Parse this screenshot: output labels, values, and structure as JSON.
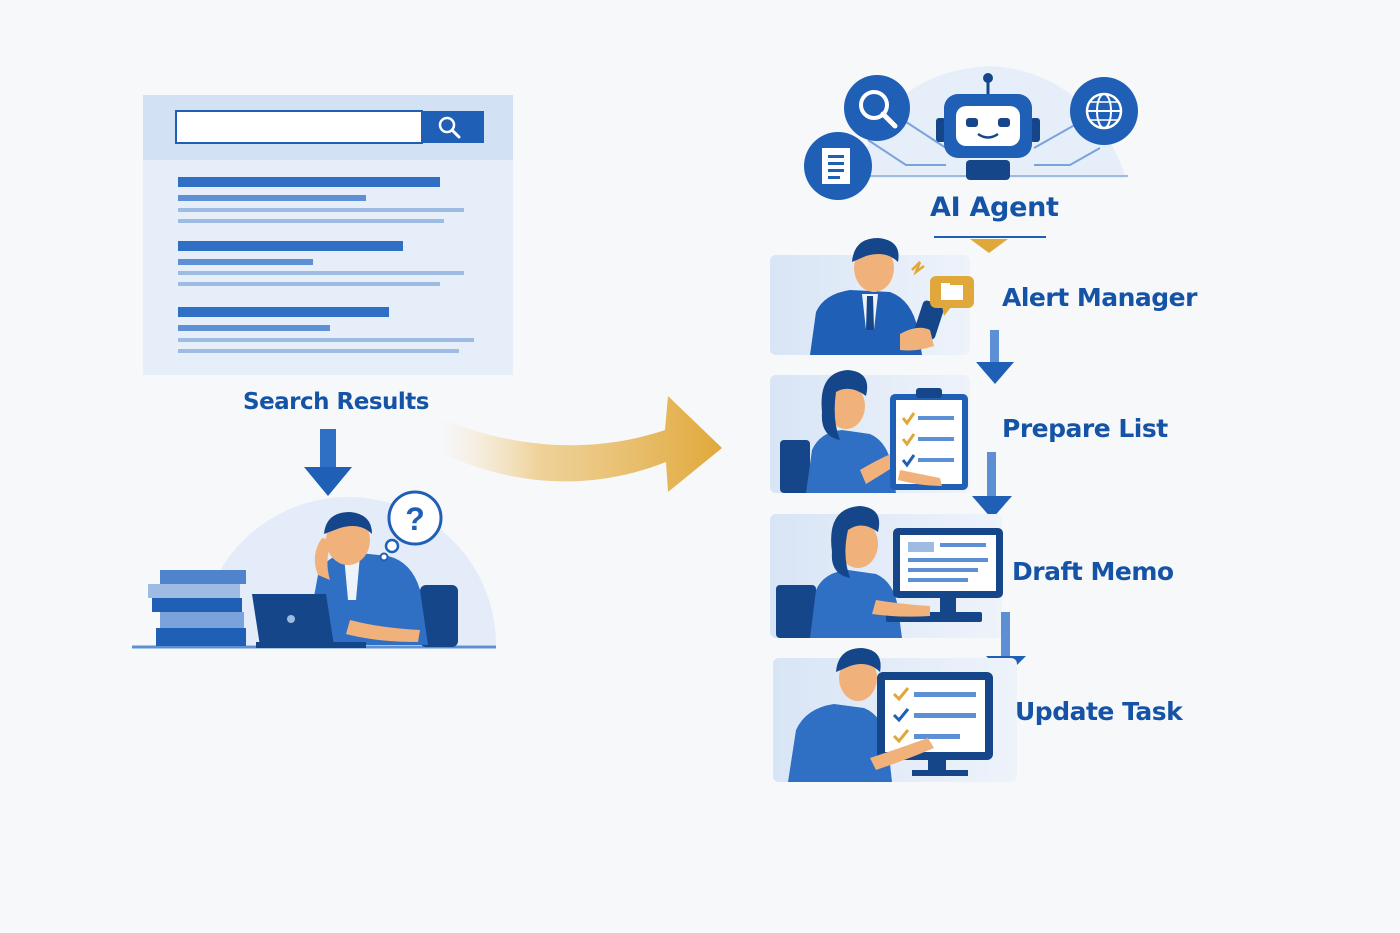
{
  "left": {
    "label": "Search Results"
  },
  "right": {
    "agent_label": "AI Agent",
    "steps": [
      {
        "label": "Alert Manager"
      },
      {
        "label": "Prepare List"
      },
      {
        "label": "Draft Memo"
      },
      {
        "label": "Update Task"
      }
    ]
  },
  "colors": {
    "primary_blue": "#1f5fb5",
    "dark_blue": "#16468a",
    "light_blue": "#dce8f7",
    "accent_gold": "#e0a83a",
    "skin": "#f0b27a"
  }
}
